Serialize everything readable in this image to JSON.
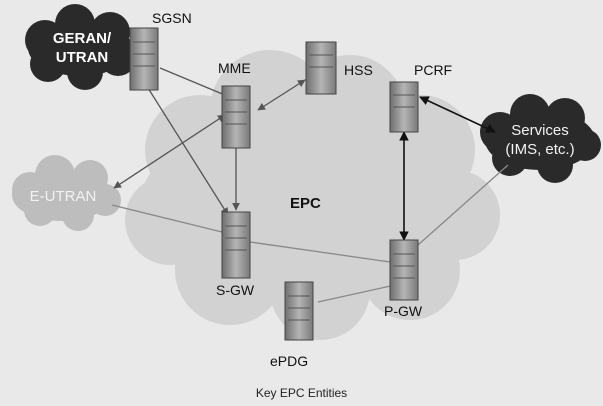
{
  "diagram": {
    "center_label": "EPC",
    "caption": "Key EPC Entities",
    "clouds": {
      "geran_utran": [
        "GERAN/",
        "UTRAN"
      ],
      "eutran": "E-UTRAN",
      "services": [
        "Services",
        "(IMS, etc.)"
      ]
    },
    "nodes": {
      "sgsn": "SGSN",
      "mme": "MME",
      "hss": "HSS",
      "pcrf": "PCRF",
      "sgw": "S-GW",
      "pgw": "P-GW",
      "epdg": "ePDG"
    },
    "colors": {
      "background": "#e9e9e9",
      "epc_cloud": "#d2d2d2",
      "dark_cloud": "#2a2a2a",
      "light_cloud": "#bdbdbd",
      "server": "#8a8a8a",
      "link": "#666666"
    }
  }
}
